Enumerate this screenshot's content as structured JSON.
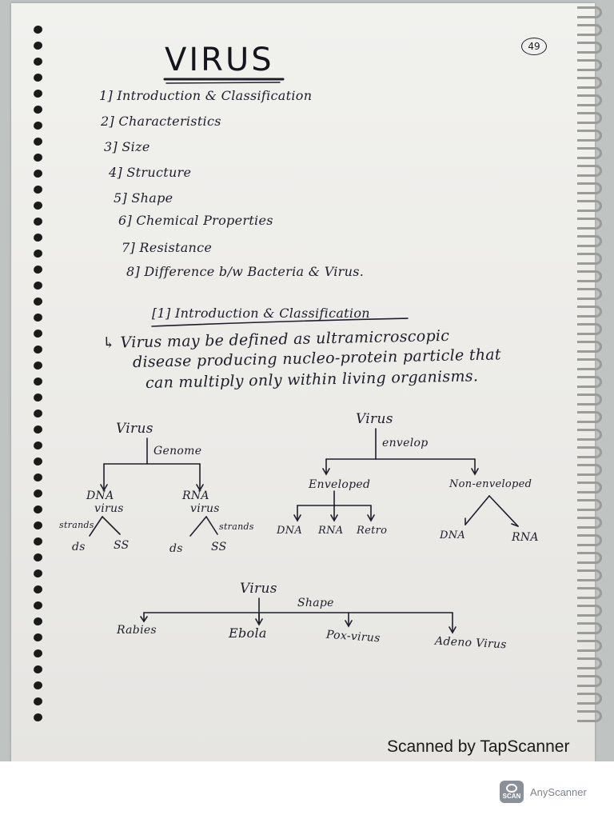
{
  "page": {
    "title": "VIRUS",
    "page_number": "49",
    "toc": [
      "1] Introduction & Classification",
      "2] Characteristics",
      "3] Size",
      "4] Structure",
      "5] Shape",
      "6] Chemical Properties",
      "7] Resistance",
      "8] Difference b/w Bacteria & Virus."
    ],
    "section_heading": "[1] Introduction & Classification",
    "definition_lines": [
      "↳ Virus may be defined as ultramicroscopic",
      "disease producing nucleo-protein particle that",
      "can multiply only within living organisms."
    ],
    "genome_tree": {
      "root": "Virus",
      "branch_label": "Genome",
      "left": "DNA",
      "left_sub": "virus",
      "right": "RNA",
      "right_sub": "virus",
      "strands_left": "strands",
      "strands_right": "strands",
      "left_ds": "ds",
      "left_ss": "SS",
      "right_ds": "ds",
      "right_ss": "SS"
    },
    "envelop_tree": {
      "root": "Virus",
      "branch_label": "envelop",
      "enveloped": "Enveloped",
      "non_enveloped": "Non-enveloped",
      "env_dna": "DNA",
      "env_rna": "RNA",
      "env_retro": "Retro",
      "non_dna": "DNA",
      "non_rna": "RNA"
    },
    "shape_tree": {
      "root": "Virus",
      "branch_label": "Shape",
      "items": [
        "Rabies",
        "Ebola",
        "Pox-virus",
        "Adeno Virus"
      ]
    }
  },
  "watermark": "Scanned by TapScanner",
  "app_brand": {
    "logo_text": "SCAN",
    "name": "AnyScanner"
  }
}
